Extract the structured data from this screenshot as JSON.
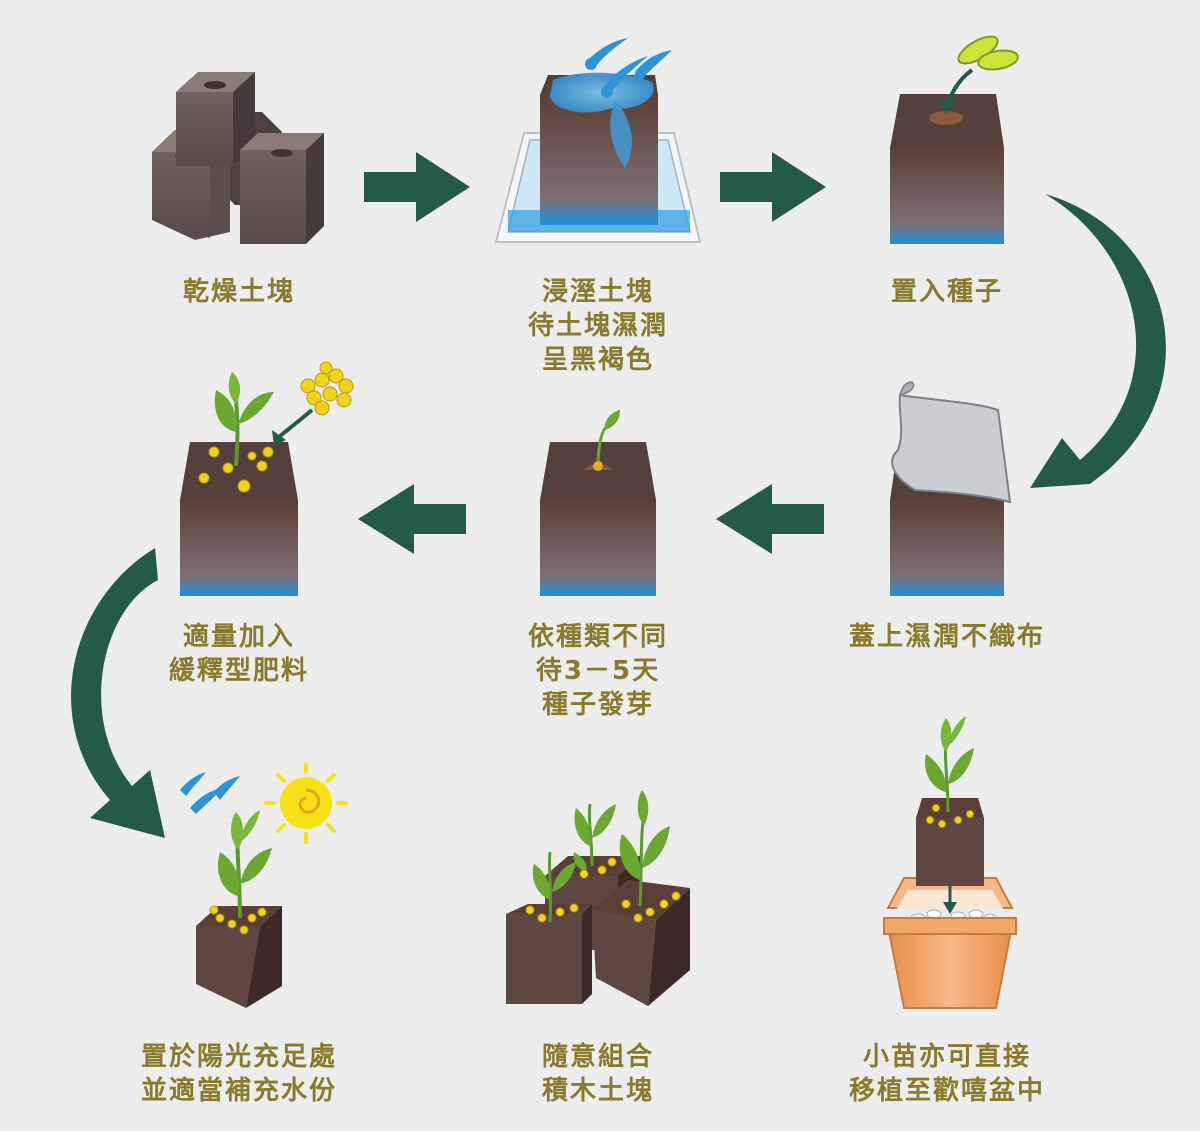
{
  "steps": [
    {
      "lines": [
        "乾燥土塊"
      ]
    },
    {
      "lines": [
        "浸溼土塊",
        "待土塊濕潤",
        "呈黑褐色"
      ]
    },
    {
      "lines": [
        "置入種子"
      ]
    },
    {
      "lines": [
        "蓋上濕潤不織布"
      ]
    },
    {
      "lines": [
        "依種類不同",
        "待3－5天",
        "種子發芽"
      ]
    },
    {
      "lines": [
        "適量加入",
        "緩釋型肥料"
      ]
    },
    {
      "lines": [
        "置於陽光充足處",
        "並適當補充水份"
      ]
    },
    {
      "lines": [
        "隨意組合",
        "積木土塊"
      ]
    },
    {
      "lines": [
        "小苗亦可直接",
        "移植至歡嘻盆中"
      ]
    }
  ],
  "colors": {
    "background": "#ededed",
    "caption": "#8a7a2e",
    "arrow": "#245a4a",
    "soil_top": "#5a3f37",
    "soil_bottom": "#8a7a78",
    "water": "#2f93d8",
    "leaf": "#6aa832",
    "fertilizer": "#f2d21a",
    "sun": "#f7e21a",
    "pot": "#f0a86a"
  }
}
